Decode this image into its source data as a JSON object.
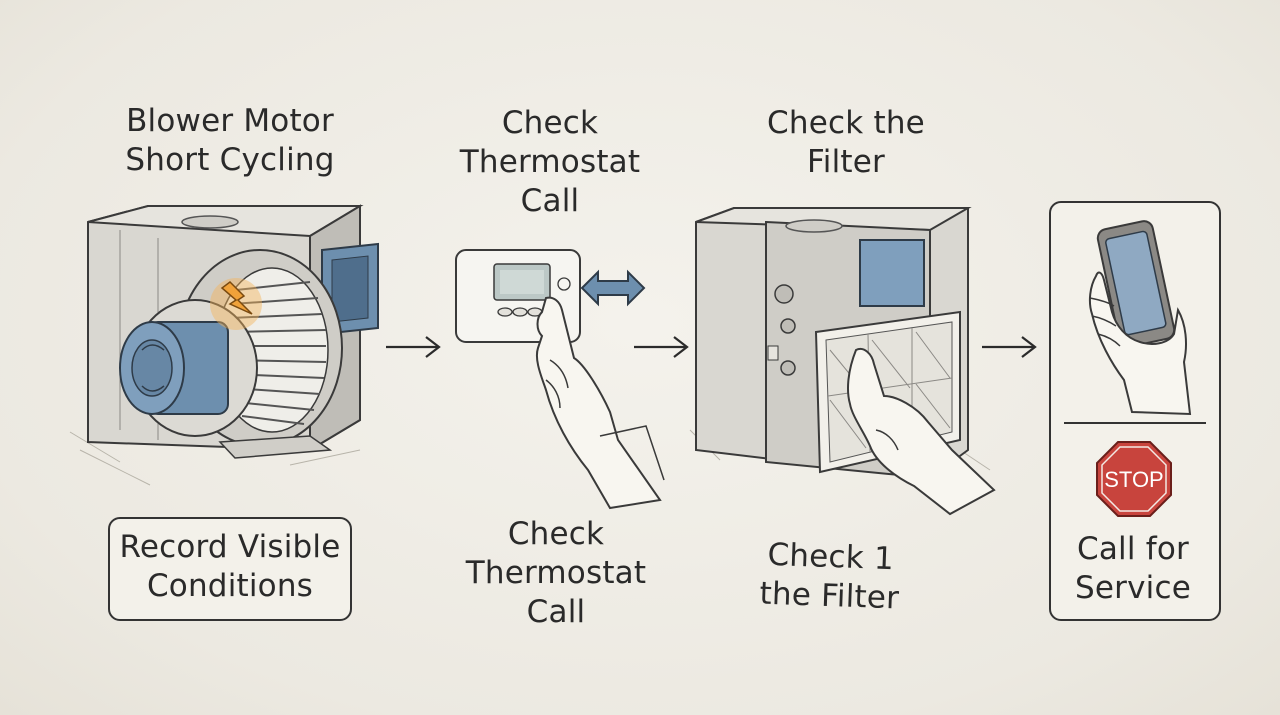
{
  "steps": {
    "blower": {
      "title": "Blower Motor\nShort Cycling",
      "caption": "Record Visible\nConditions"
    },
    "thermostat": {
      "title": "Check\nThermostat\nCall",
      "caption": "Check\nThermostat\nCall"
    },
    "filter": {
      "title": "Check the\nFilter",
      "caption": "Check 1\nthe Filter"
    },
    "service": {
      "caption": "Call for\nService",
      "stop_sign": "STOP"
    }
  },
  "colors": {
    "ink": "#2b2b2b",
    "metal": "#c9c7c1",
    "blue_accent": "#6d8fae",
    "spark": "#f0a23a",
    "stop_red": "#c8443d"
  },
  "icons": [
    "blower-motor-icon",
    "thermostat-icon",
    "furnace-filter-icon",
    "phone-hand-icon",
    "stop-sign-icon",
    "arrow-right-icon"
  ]
}
